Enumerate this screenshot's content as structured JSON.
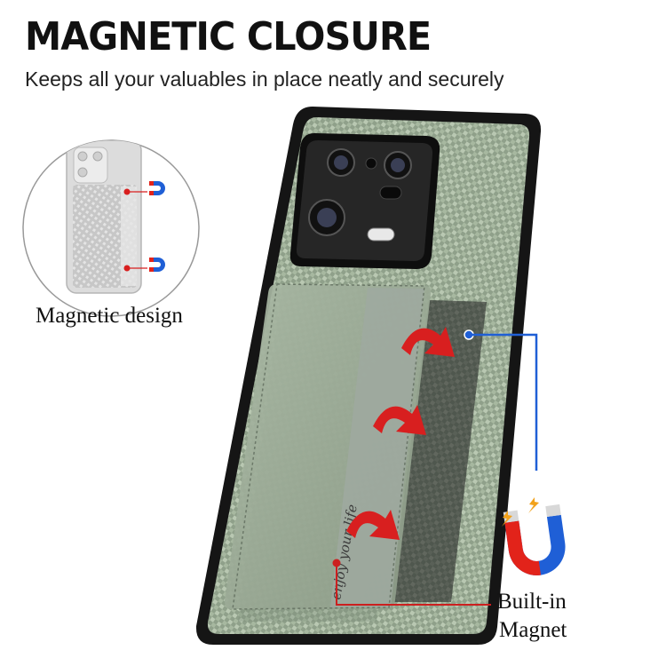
{
  "header": {
    "title": "MAGNETIC CLOSURE",
    "subtitle": "Keeps all your valuables in place neatly and securely"
  },
  "callouts": {
    "magnetic_design": "Magnetic design",
    "built_in_line1": "Built-in",
    "built_in_line2": "Magnet"
  },
  "card_print": "enjoy your life",
  "colors": {
    "case_green": "#8fa08a",
    "weave_light": "#b9c8b2",
    "bumper": "#151515",
    "arrow_red": "#d81f1f",
    "pointer_blue": "#1f5fd6",
    "pointer_red": "#cc1f1f",
    "magnet_red": "#e2231a",
    "magnet_blue": "#1f5fd6"
  }
}
